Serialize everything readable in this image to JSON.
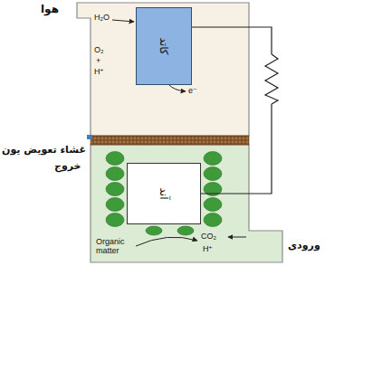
{
  "diagram": {
    "nodes": [
      {
        "text": [
          "کاتد"
        ]
      },
      {
        "text": [
          "آند"
        ]
      }
    ],
    "edges": [
      {
        "from": 0,
        "to": 1,
        "arrow": "none"
      }
    ],
    "labels": [
      "هوا",
      "H₂O",
      "O₂",
      "+",
      "H⁺",
      "e⁻",
      "غشاء تعویض یون",
      "خروج",
      "Organic matter",
      "CO₂",
      "H⁺",
      "ورودی"
    ]
  }
}
